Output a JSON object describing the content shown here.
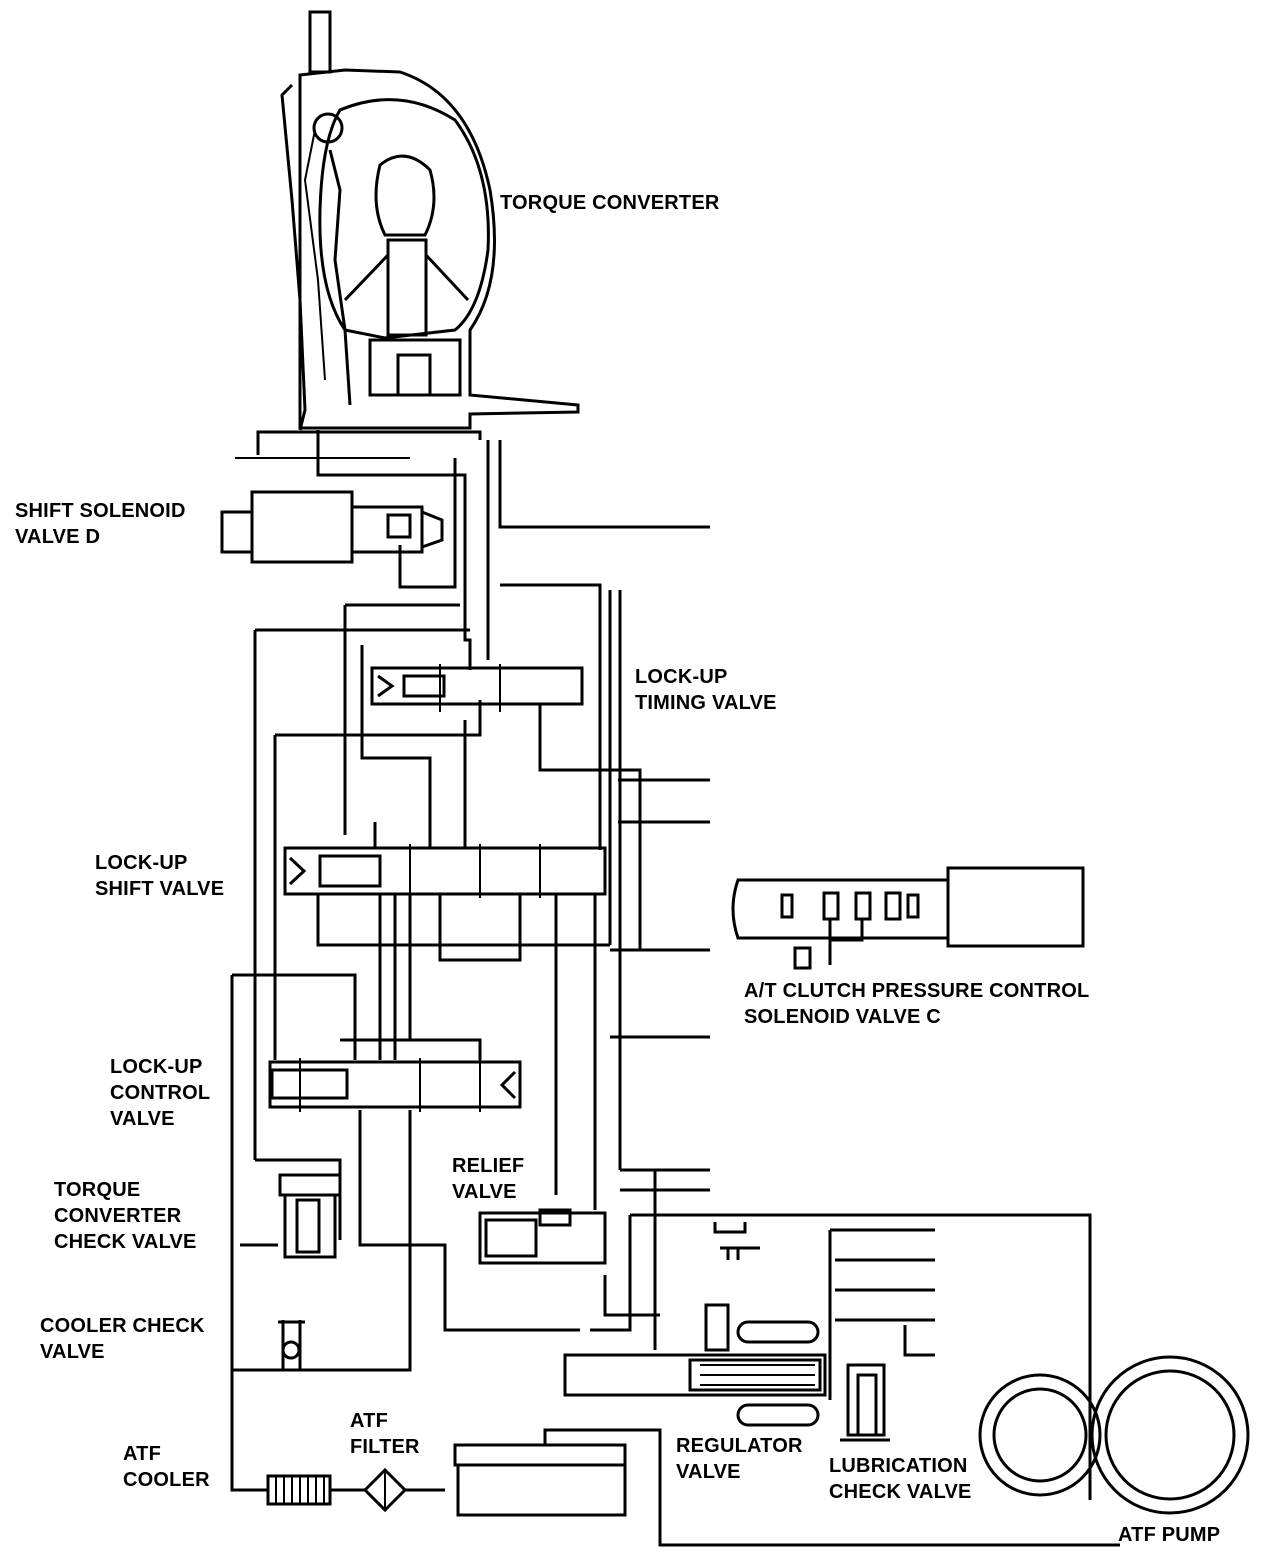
{
  "labels": {
    "torque_converter": "TORQUE CONVERTER",
    "shift_solenoid_d": [
      "SHIFT SOLENOID",
      "VALVE D"
    ],
    "lockup_timing_valve": [
      "LOCK-UP",
      "TIMING VALVE"
    ],
    "lockup_shift_valve": [
      "LOCK-UP",
      "SHIFT VALVE"
    ],
    "at_clutch_solenoid_c": [
      "A/T CLUTCH PRESSURE CONTROL",
      "SOLENOID VALVE C"
    ],
    "lockup_control_valve": [
      "LOCK-UP",
      "CONTROL",
      "VALVE"
    ],
    "relief_valve": [
      "RELIEF",
      "VALVE"
    ],
    "torque_converter_check_valve": [
      "TORQUE",
      "CONVERTER",
      "CHECK VALVE"
    ],
    "cooler_check_valve": [
      "COOLER CHECK",
      "VALVE"
    ],
    "atf_filter": [
      "ATF",
      "FILTER"
    ],
    "atf_cooler": [
      "ATF",
      "COOLER"
    ],
    "regulator_valve": [
      "REGULATOR",
      "VALVE"
    ],
    "lubrication_check_valve": [
      "LUBRICATION",
      "CHECK VALVE"
    ],
    "atf_pump": "ATF PUMP"
  }
}
